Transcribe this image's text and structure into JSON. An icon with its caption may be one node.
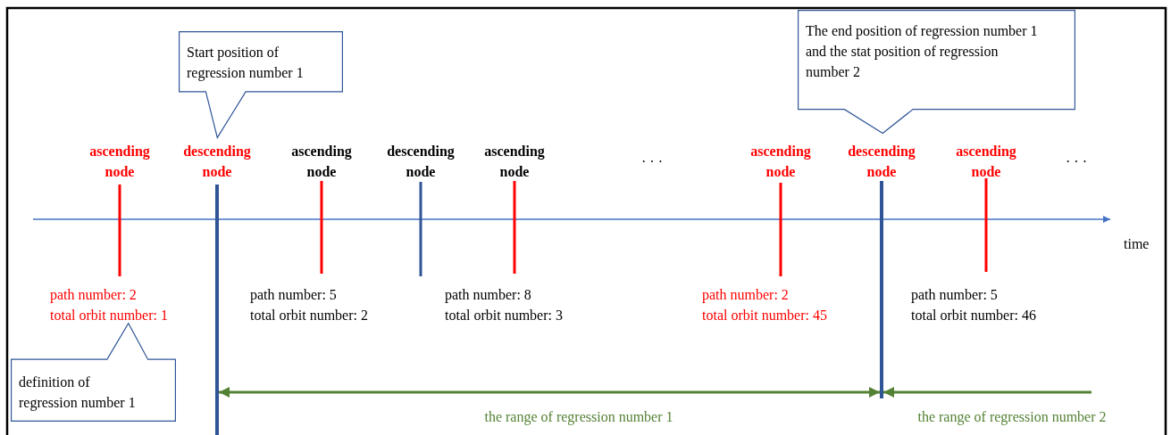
{
  "diagram": {
    "nodes": [
      {
        "text": [
          "Start position of regression number 1"
        ]
      },
      {
        "text": [
          "The end position of regression number 1 and the stat position of regression number 2"
        ]
      },
      {
        "text": [
          "definition of regression number 1"
        ]
      },
      {
        "text": [],
        "shape": "bar"
      },
      {
        "text": [],
        "shape": "bar"
      }
    ],
    "edges": [
      {
        "from": 3,
        "to": 4,
        "arrow": "both"
      },
      {
        "from": null,
        "to": 4,
        "arrow": "to"
      }
    ],
    "labels": [
      "ascending node",
      "descending node",
      "ascending node",
      "descending node",
      "ascending node",
      "· · ·",
      "ascending node",
      "descending node",
      "ascending node",
      "· · ·",
      "time",
      "path number: 2",
      "total orbit number: 1",
      "path number: 5",
      "total orbit number: 2",
      "path number: 8",
      "total orbit number: 3",
      "path number: 2",
      "total orbit number: 45",
      "path number: 5",
      "total orbit number: 46",
      "the range of regression number 1",
      "the range of regression number 2"
    ]
  }
}
